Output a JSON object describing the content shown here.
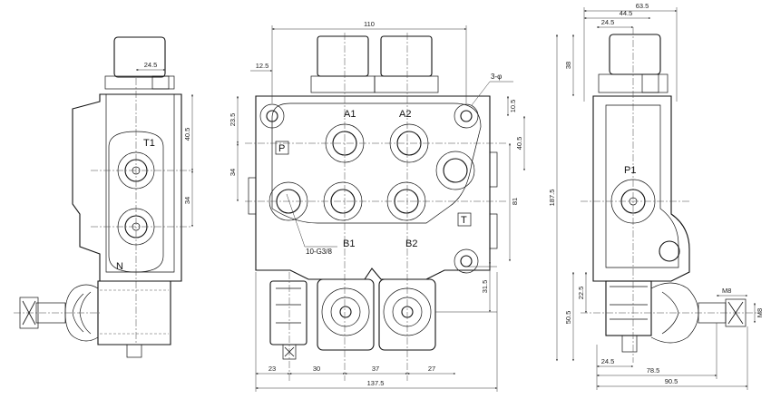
{
  "drawing": {
    "port_labels": {
      "a1": "A1",
      "a2": "A2",
      "b1": "B1",
      "b2": "B2",
      "p": "P",
      "t": "T",
      "t1": "T1",
      "p1": "P1",
      "n": "N"
    },
    "callouts": {
      "mount_holes": "3-φ",
      "thread": "10-G3/8"
    },
    "dimensions": {
      "left_view": {
        "d_24_5": "24.5",
        "d_40_5": "40.5",
        "d_34": "34"
      },
      "front_view": {
        "d_110": "110",
        "d_12_5": "12.5",
        "d_23_5": "23.5",
        "d_34": "34",
        "d_10_5": "10.5",
        "d_40_5": "40.5",
        "d_81": "81",
        "d_31_5": "31.5",
        "d_23": "23",
        "d_30": "30",
        "d_37": "37",
        "d_27": "27",
        "d_137_5": "137.5"
      },
      "right_view": {
        "d_63_5": "63.5",
        "d_44_5": "44.5",
        "d_24_5_top": "24.5",
        "d_38": "38",
        "d_187_5": "187.5",
        "d_50_5": "50.5",
        "d_22_5": "22.5",
        "d_m8_a": "M8",
        "d_m8_b": "M8",
        "d_24_5_bottom": "24.5",
        "d_78_5": "78.5",
        "d_90_5": "90.5"
      }
    }
  }
}
